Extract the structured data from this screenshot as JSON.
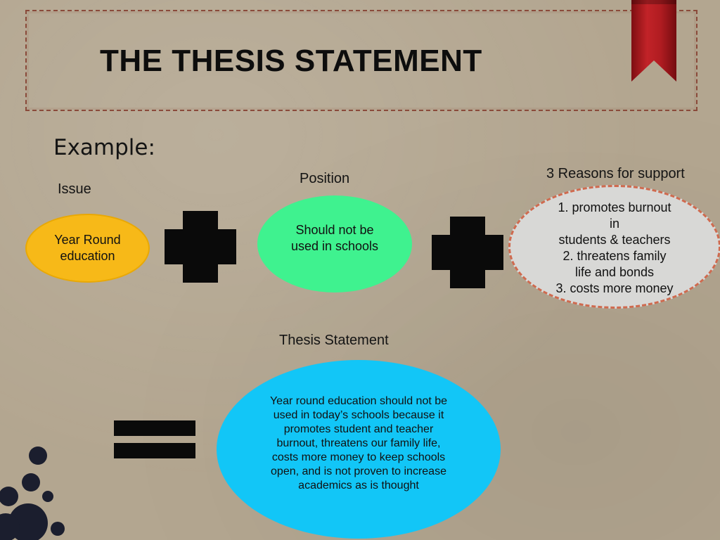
{
  "slide": {
    "title": "THE THESIS STATEMENT",
    "example_label": "Example:"
  },
  "diagram": {
    "issue": {
      "label": "Issue",
      "text": "Year Round education"
    },
    "position": {
      "label": "Position",
      "text": "Should not be used in schools"
    },
    "reasons": {
      "label": "3 Reasons for support",
      "line1": "1. promotes burnout",
      "line2": "in",
      "line3": "students & teachers",
      "line4": "2. threatens family",
      "line5": "life and bonds",
      "line6": "3. costs more money"
    },
    "thesis": {
      "label": "Thesis  Statement",
      "text": "Year round education should not be used in today’s schools because it promotes student and teacher burnout, threatens our family life, costs more money to keep schools open, and is not proven to increase academics as is thought"
    }
  },
  "colors": {
    "background": "#b3a690",
    "issue_fill": "#f7b918",
    "position_fill": "#3ff28f",
    "reasons_fill": "#d8d8d6",
    "reasons_border": "#cf6a4f",
    "thesis_fill": "#12c6f7",
    "ribbon": "#a4161b",
    "frame_border": "#8a4a3a"
  },
  "icons": [
    "plus-icon",
    "plus-icon",
    "equals-icon",
    "ribbon-bookmark-icon",
    "ink-blot-decoration"
  ]
}
